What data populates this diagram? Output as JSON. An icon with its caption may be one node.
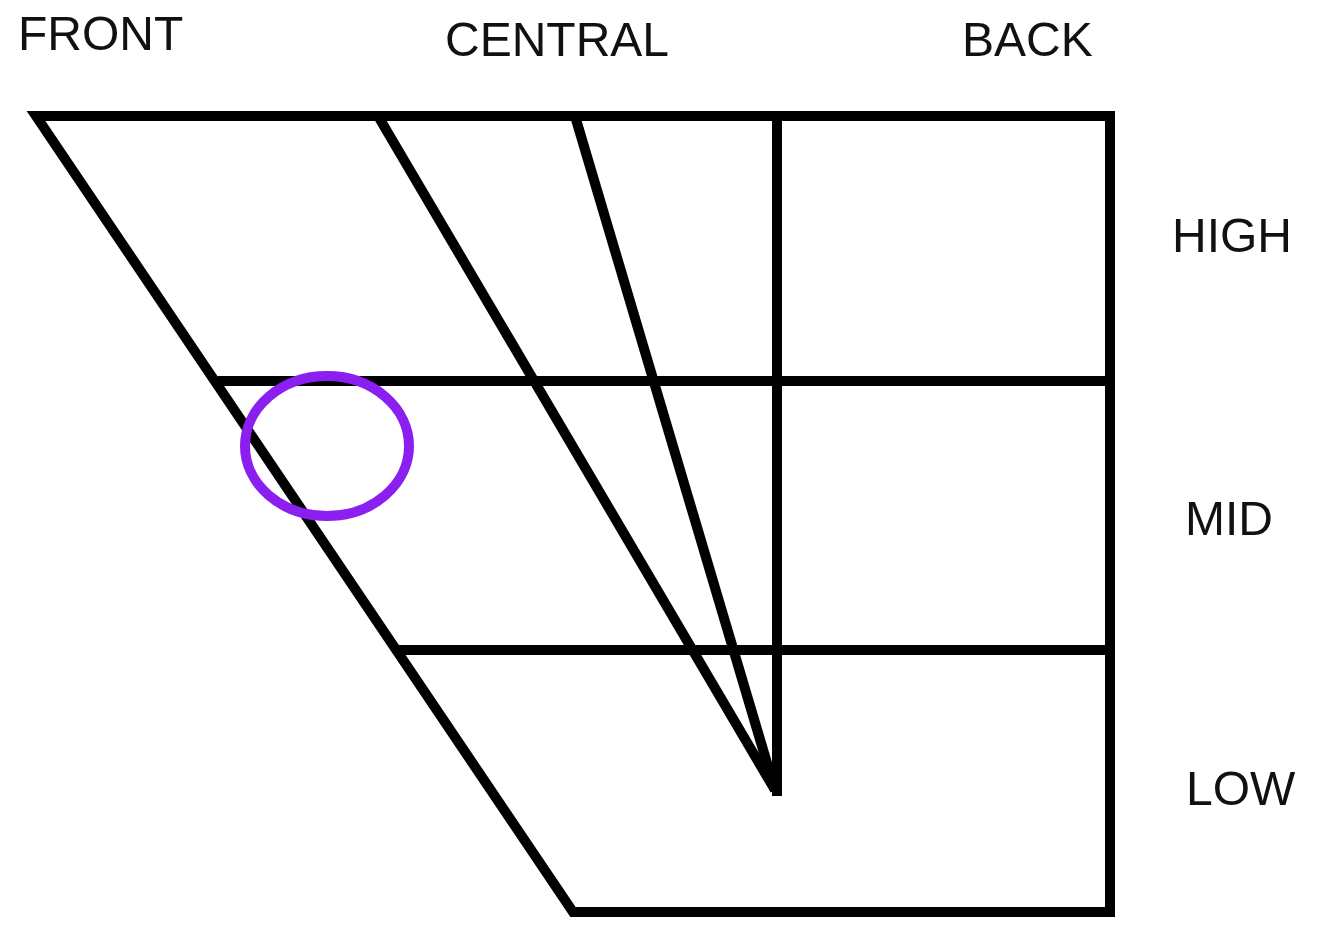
{
  "diagram": {
    "labels": [
      "FRONT",
      "CENTRAL",
      "BACK",
      "HIGH",
      "MID",
      "LOW"
    ]
  }
}
